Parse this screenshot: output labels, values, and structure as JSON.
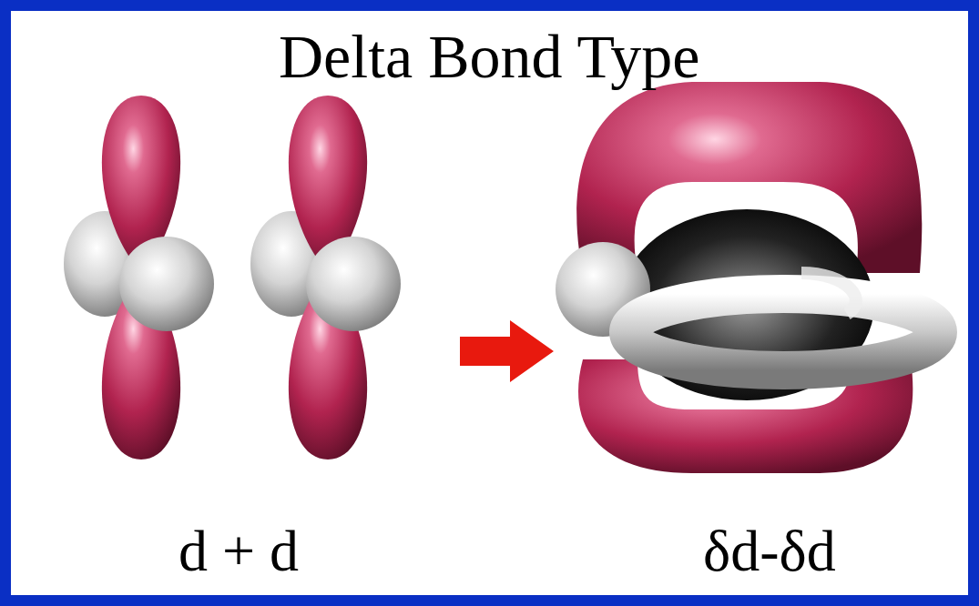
{
  "diagram": {
    "title": "Delta Bond Type",
    "labels": [
      "d + d",
      "δd-δd"
    ]
  }
}
